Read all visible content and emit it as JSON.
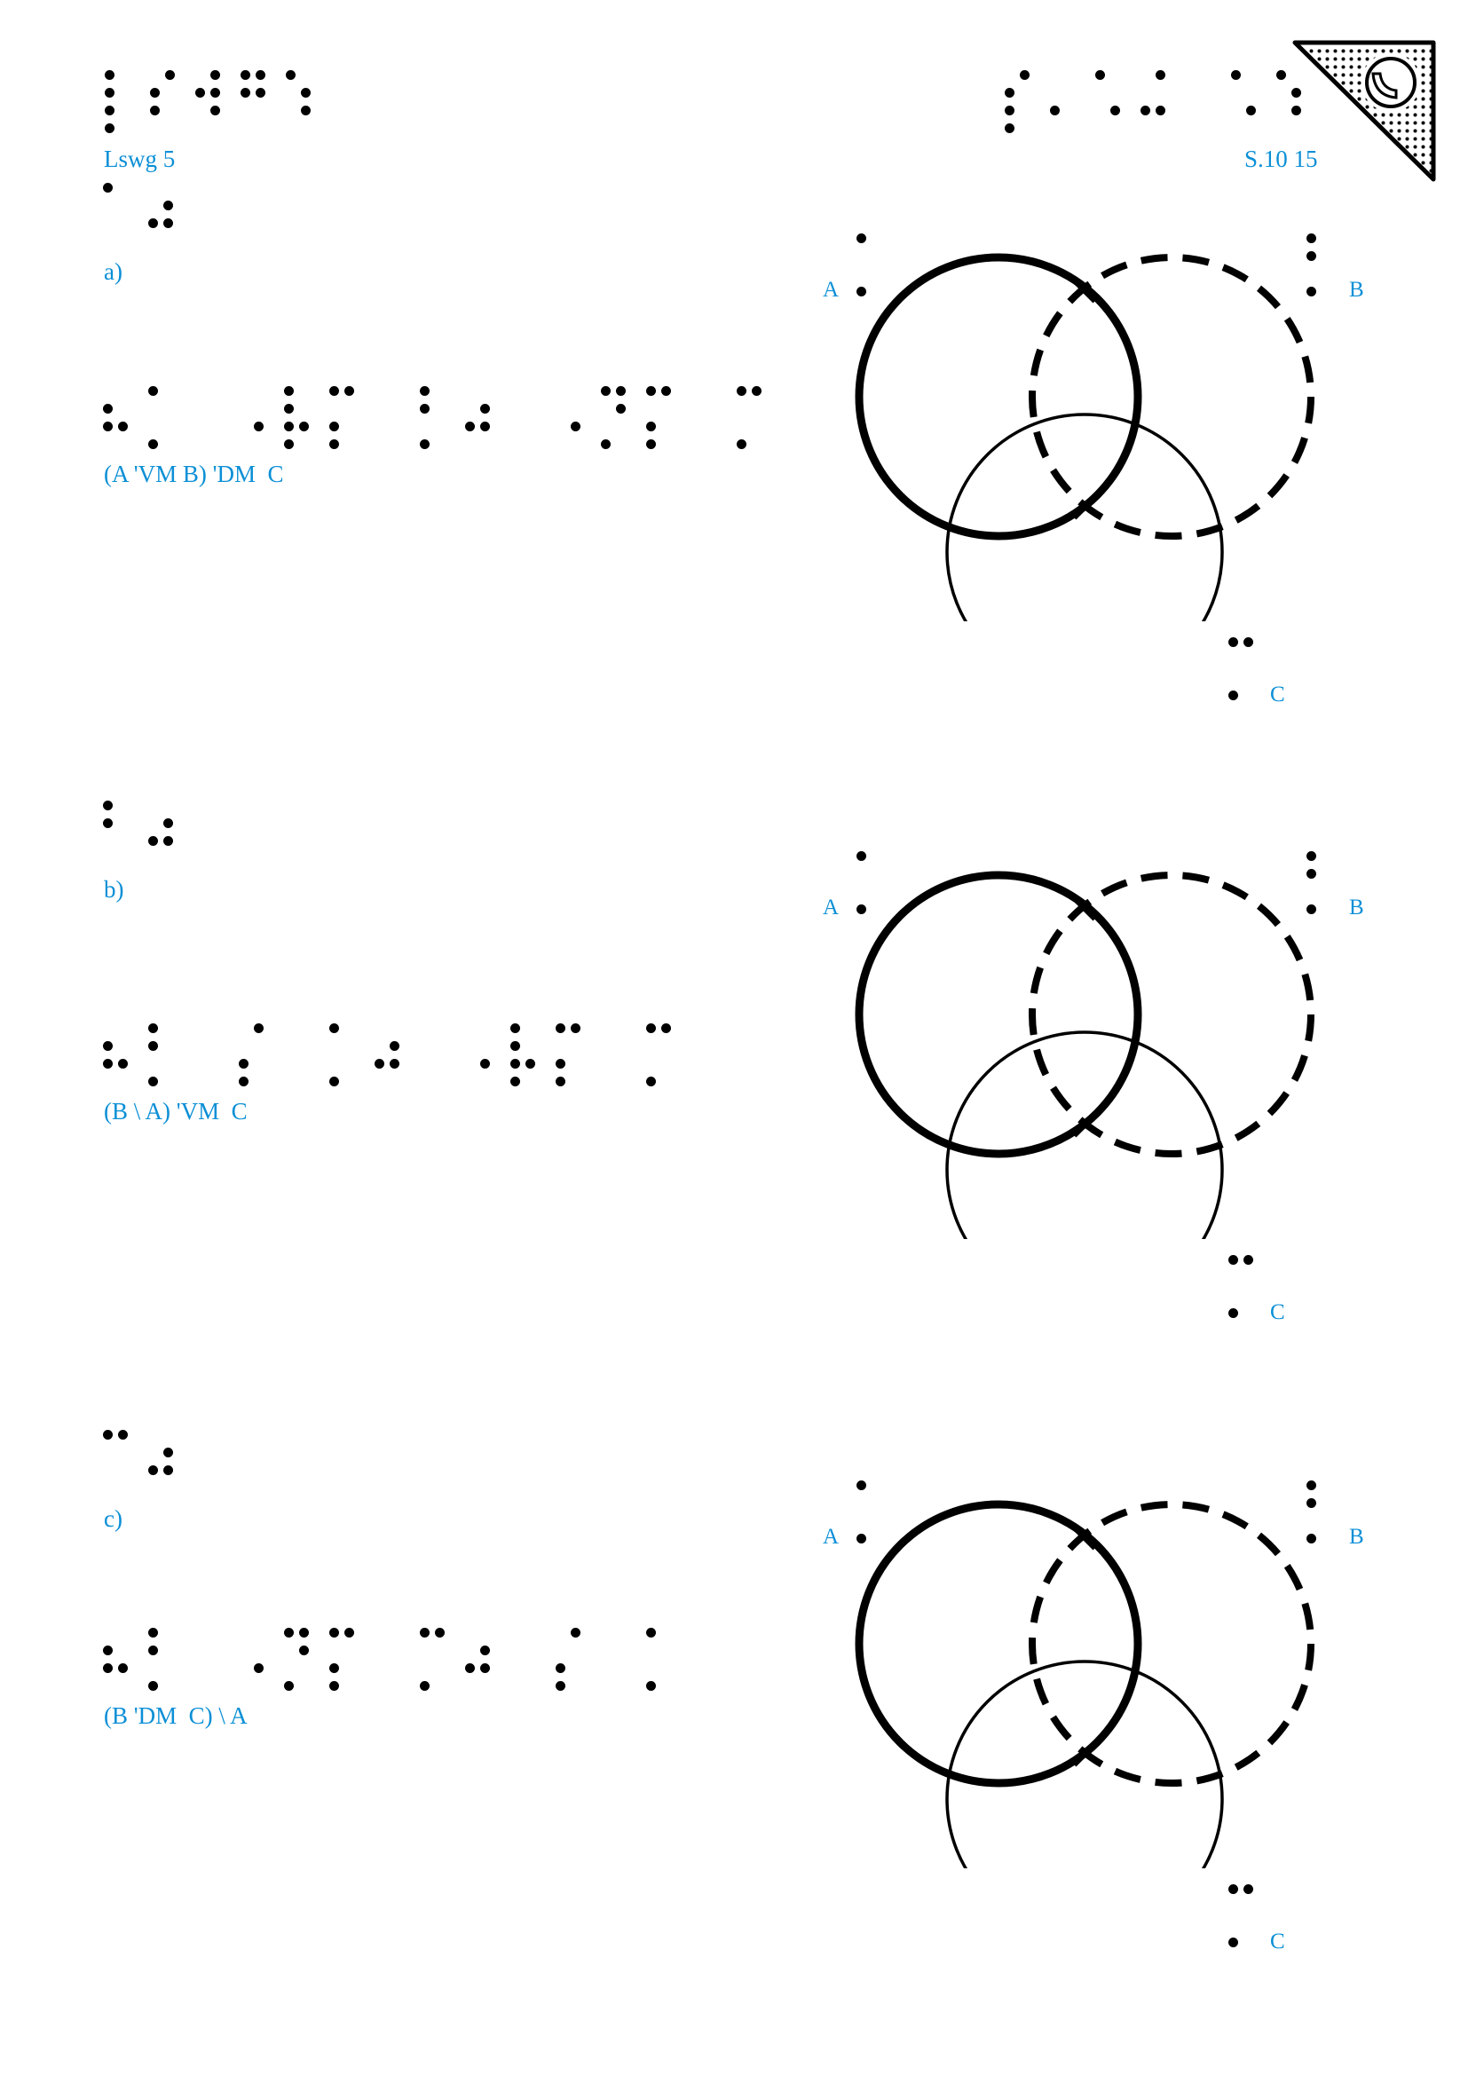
{
  "header": {
    "left_braille": "⡇⠎⠺⠛⠱",
    "left_label": "Lswg 5",
    "right_braille": "⡎⠄⠡⠬⠀⠡⠱",
    "right_label": "S.10 15",
    "logo_icon": "corner-logo-icon"
  },
  "colors": {
    "print_text": "#0b8fd6",
    "braille": "#000000"
  },
  "exercises": [
    {
      "label_braille": "⠁⠴",
      "label": "a)",
      "expr_braille": "⠦⡁⠀⠠⡧⡍⠀⡃⠴⠀⠠⡙⡍⠀⡉",
      "expr": "(A 'VM B) 'DM  C",
      "venn": {
        "A_braille": "⡁",
        "A": "A",
        "B_braille": "⡃",
        "B": "B",
        "C_braille": "⡉",
        "C": "C"
      }
    },
    {
      "label_braille": "⠃⠴",
      "label": "b)",
      "expr_braille": "⠦⡃⠀⡌⠀⡁⠴⠀⠠⡧⡍⠀⡉",
      "expr": "(B \\ A) 'VM  C",
      "venn": {
        "A_braille": "⡁",
        "A": "A",
        "B_braille": "⡃",
        "B": "B",
        "C_braille": "⡉",
        "C": "C"
      }
    },
    {
      "label_braille": "⠉⠴",
      "label": "c)",
      "expr_braille": "⠦⡃⠀⠠⡙⡍⠀⡉⠴⠀⡌⠀⡁",
      "expr": "(B 'DM  C) \\ A",
      "venn": {
        "A_braille": "⡁",
        "A": "A",
        "B_braille": "⡃",
        "B": "B",
        "C_braille": "⡉",
        "C": "C"
      }
    }
  ]
}
